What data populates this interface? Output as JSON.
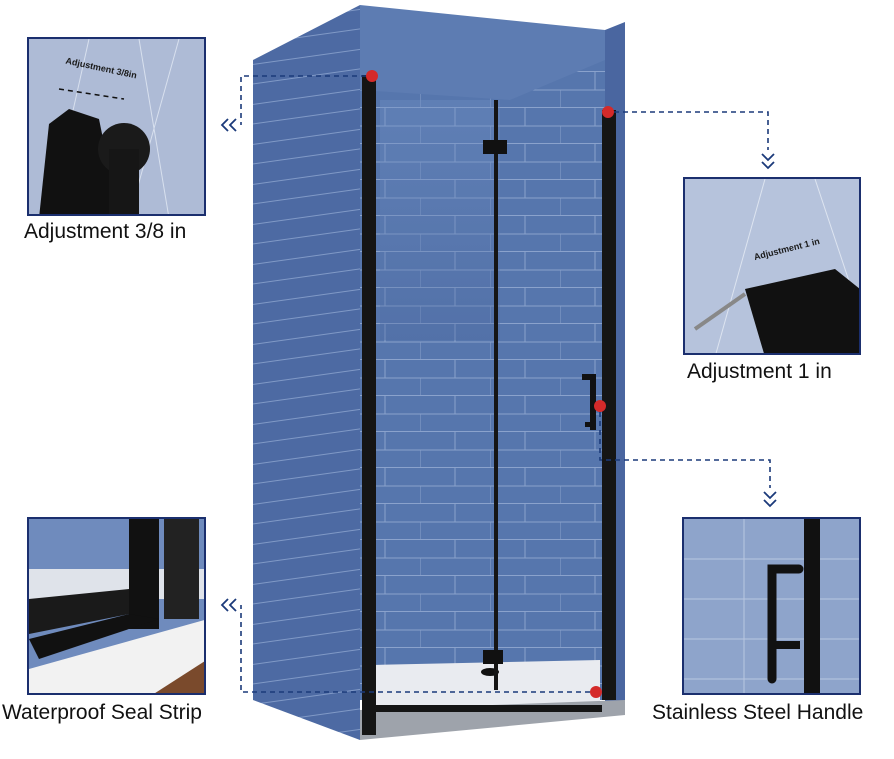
{
  "callouts": [
    {
      "label": "Adjustment 3/8 in",
      "inset_text": "Adjustment 3/8in"
    },
    {
      "label": "Adjustment 1 in",
      "inset_text": "Adjustment 1 in"
    },
    {
      "label": "Waterproof Seal Strip"
    },
    {
      "label": "Stainless Steel Handle"
    }
  ],
  "colors": {
    "wall_blue": "#5b7bb0",
    "frame_black": "#151515",
    "callout_border": "#1b2f6e",
    "marker_red": "#d42a2a",
    "connector": "#1b3a7a"
  }
}
